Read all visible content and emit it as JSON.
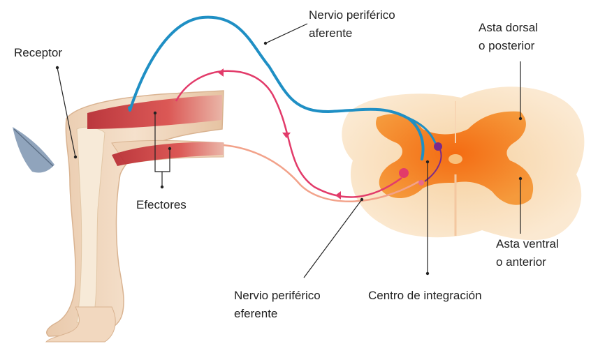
{
  "diagram": {
    "labels": {
      "receptor": "Receptor",
      "efectores": "Efectores",
      "afferent_line1": "Nervio periférico",
      "afferent_line2": "aferente",
      "efferent_line1": "Nervio periférico",
      "efferent_line2": "eferente",
      "dorsal_line1": "Asta dorsal",
      "dorsal_line2": "o posterior",
      "ventral_line1": "Asta ventral",
      "ventral_line2": "o anterior",
      "integration": "Centro de integración"
    },
    "colors": {
      "afferent_nerve": "#1f8fc4",
      "efferent_nerve": "#e23b6a",
      "efferent_secondary": "#f2a28a",
      "muscle": "#c8323a",
      "gray_matter": "#f07d1f",
      "white_matter": "#f8dcb6",
      "skin": "#f2d8bf",
      "leader_line": "#222222",
      "interneuron": "#7a2a8a"
    },
    "icons": {
      "stimulus": "feather-icon"
    }
  }
}
